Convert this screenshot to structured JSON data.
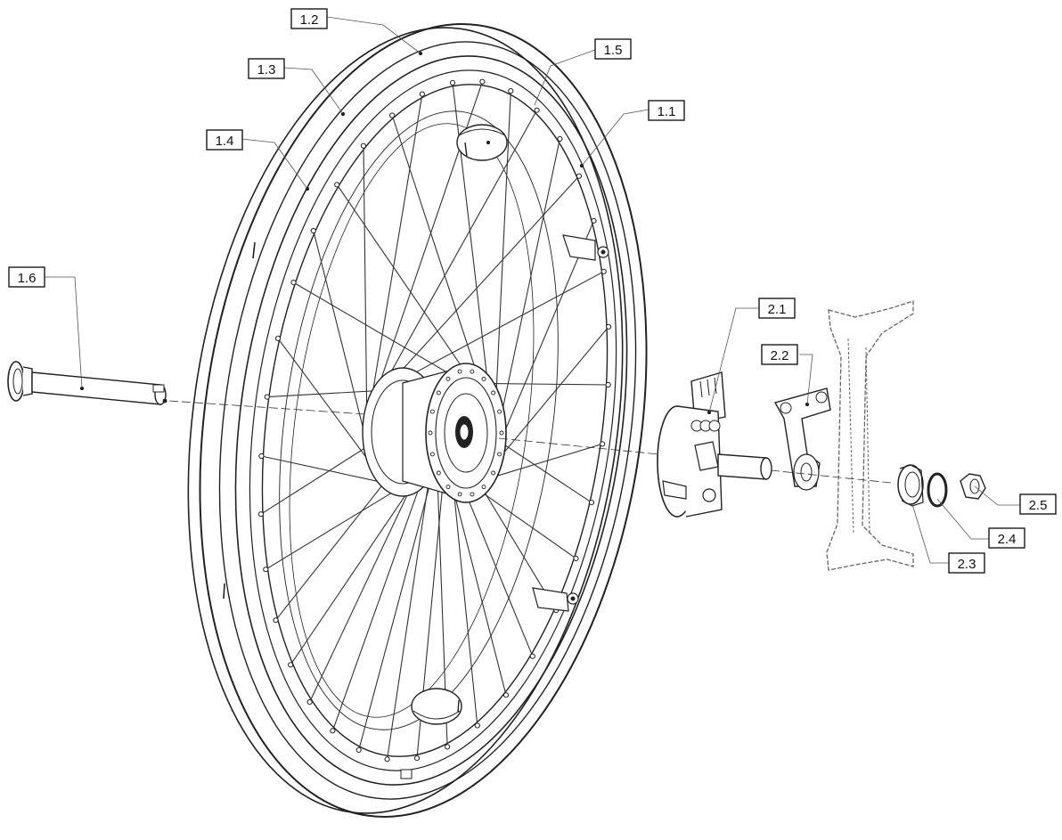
{
  "callouts": {
    "c12": "1.2",
    "c15": "1.5",
    "c13": "1.3",
    "c11": "1.1",
    "c14": "1.4",
    "c16": "1.6",
    "c21": "2.1",
    "c22": "2.2",
    "c25": "2.5",
    "c24": "2.4",
    "c23": "2.3"
  }
}
